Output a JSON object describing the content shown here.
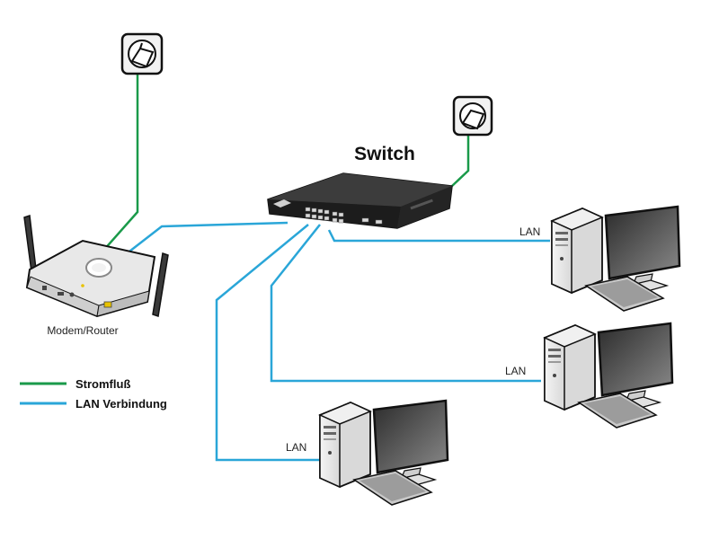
{
  "title": "Switch",
  "router_label": "Modem/Router",
  "pc_labels": [
    "LAN",
    "LAN",
    "LAN"
  ],
  "legend": [
    {
      "label": "Stromfluß",
      "color": "#1a9a4a"
    },
    {
      "label": "LAN Verbindung",
      "color": "#2aa6d8"
    }
  ],
  "colors": {
    "power": "#1a9a4a",
    "lan": "#2aa6d8",
    "outline": "#111111"
  }
}
